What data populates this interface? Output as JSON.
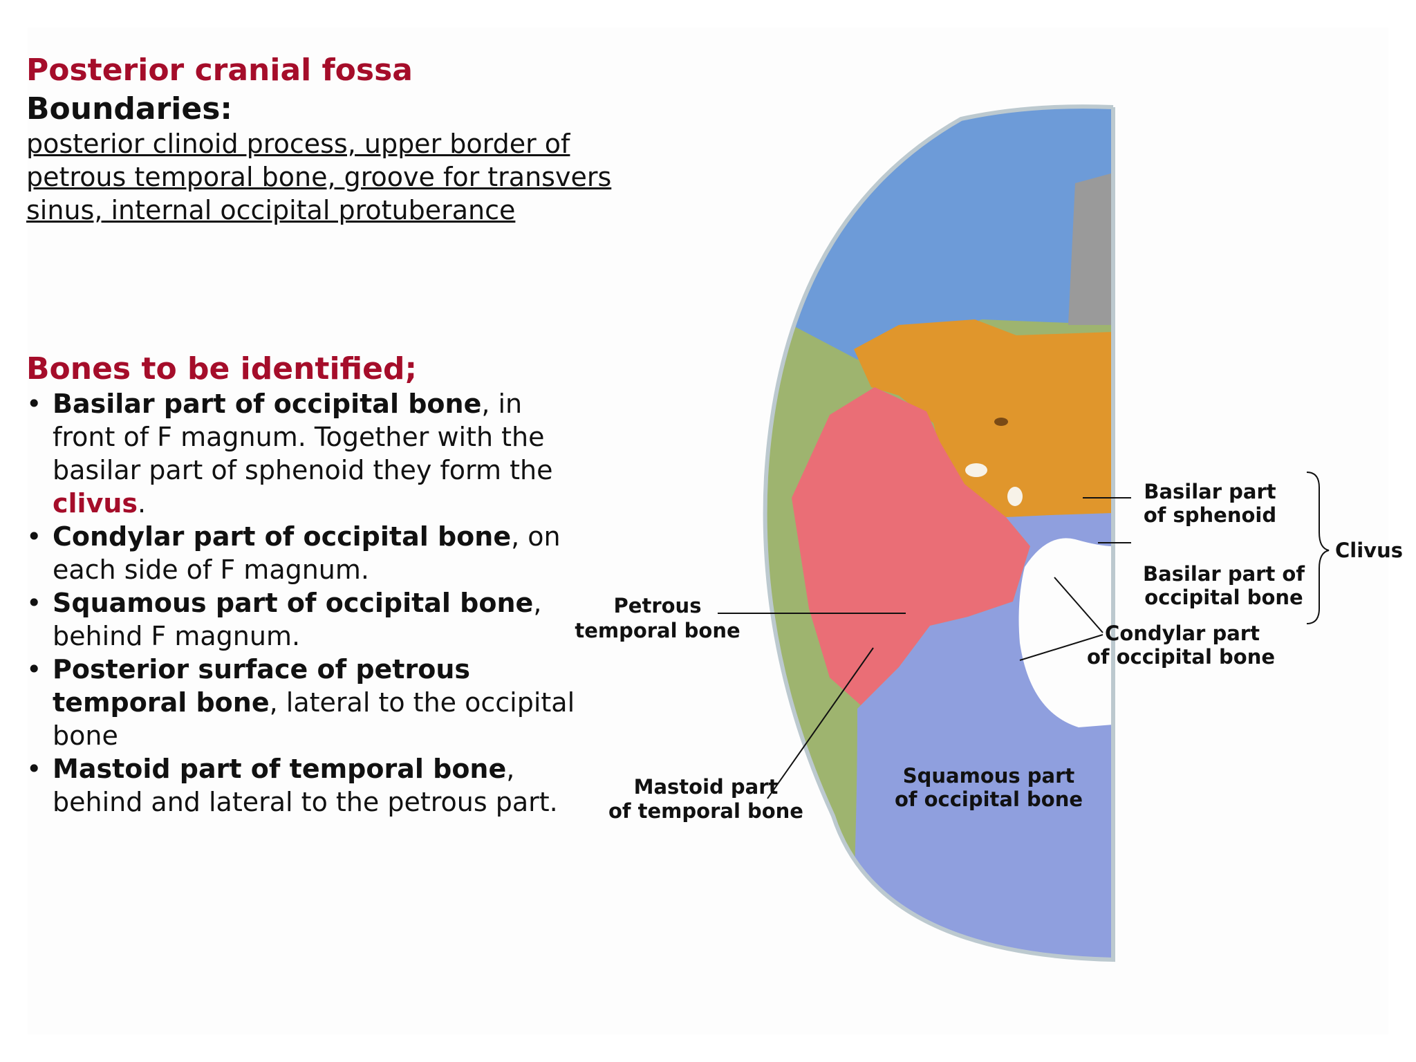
{
  "title": "Posterior cranial fossa",
  "subtitle": "Boundaries:",
  "boundaries_text": "posterior clinoid process, upper border of petrous temporal bone, groove for transvers sinus, internal occipital protuberance",
  "bones_heading": "Bones to be identified;",
  "bones": [
    {
      "bold": "Basilar part of occipital bone",
      "rest": ", in front of F magnum. Together with the basilar part of sphenoid they form the ",
      "highlight": "clivus",
      "tail": "."
    },
    {
      "bold": "Condylar part of occipital bone",
      "rest": ", on each side of F magnum."
    },
    {
      "bold": "Squamous part of occipital bone",
      "rest": ", behind F magnum."
    },
    {
      "bold": "Posterior surface of petrous temporal bone",
      "rest": ", lateral to the occipital bone"
    },
    {
      "bold": "Mastoid part of temporal bone",
      "rest": ", behind and lateral to the petrous part."
    }
  ],
  "diagram_labels": {
    "petrous_1": "Petrous",
    "petrous_2": "temporal bone",
    "mastoid_1": "Mastoid part",
    "mastoid_2": "of temporal bone",
    "squamous_1": "Squamous part",
    "squamous_2": "of occipital bone",
    "basilar_sph_1": "Basilar part",
    "basilar_sph_2": "of sphenoid",
    "basilar_occ_1": "Basilar part of",
    "basilar_occ_2": "occipital bone",
    "condylar_1": "Condylar part",
    "condylar_2": "of occipital bone",
    "clivus": "Clivus"
  },
  "colors": {
    "heading_red": "#a50d2a",
    "frontal_blue": "#6d9bd8",
    "sphenoid_orange": "#e0962c",
    "petrous_red": "#ea6e76",
    "parietal_green": "#9eb46f",
    "occipital_lavender": "#8f9fde"
  }
}
